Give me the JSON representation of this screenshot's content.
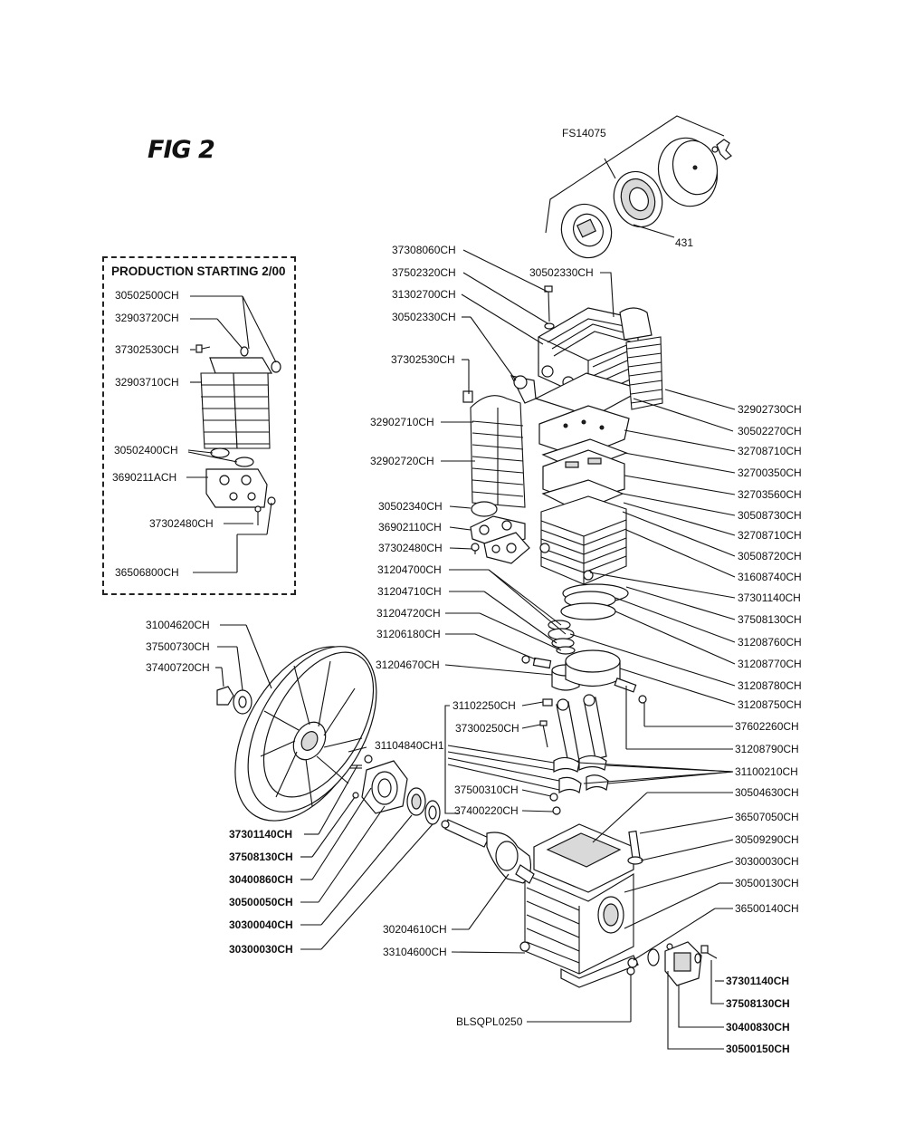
{
  "figure": {
    "title": "FIG 2"
  },
  "inset": {
    "title": "PRODUCTION STARTING 2/00",
    "labels": [
      "30502500CH",
      "32903720CH",
      "37302530CH",
      "32903710CH",
      "30502400CH",
      "3690211ACH",
      "37302480CH",
      "36506800CH"
    ]
  },
  "top_labels": {
    "filter": "FS14075",
    "element": "431"
  },
  "left_labels": [
    "37308060CH",
    "37502320CH",
    "31302700CH",
    "30502330CH",
    "37302530CH",
    "32902710CH",
    "32902720CH",
    "30502340CH",
    "36902110CH",
    "37302480CH",
    "31204700CH",
    "31204710CH",
    "31204720CH",
    "31206180CH",
    "31204670CH"
  ],
  "head_label": "30502330CH",
  "right_labels": [
    "32902730CH",
    "30502270CH",
    "32708710CH",
    "32700350CH",
    "32703560CH",
    "30508730CH",
    "32708710CH",
    "30508720CH",
    "31608740CH",
    "37301140CH",
    "37508130CH",
    "31208760CH",
    "31208770CH",
    "31208780CH",
    "31208750CH",
    "37602260CH",
    "31208790CH",
    "31100210CH",
    "30504630CH",
    "36507050CH",
    "30509290CH",
    "30300030CH",
    "30500130CH",
    "36500140CH"
  ],
  "rod_labels": [
    "31102250CH",
    "37300250CH",
    "31104840CH1",
    "37500310CH",
    "37400220CH"
  ],
  "flywheel_labels": [
    "31004620CH",
    "37500730CH",
    "37400720CH"
  ],
  "bottom_left_labels": [
    "37301140CH",
    "37508130CH",
    "30400860CH",
    "30500050CH",
    "30300040CH",
    "30300030CH"
  ],
  "crank_labels": [
    "30204610CH",
    "33104600CH"
  ],
  "bottom_label": "BLSQPL0250",
  "bottom_right_labels": [
    "37301140CH",
    "37508130CH",
    "30400830CH",
    "30500150CH"
  ]
}
